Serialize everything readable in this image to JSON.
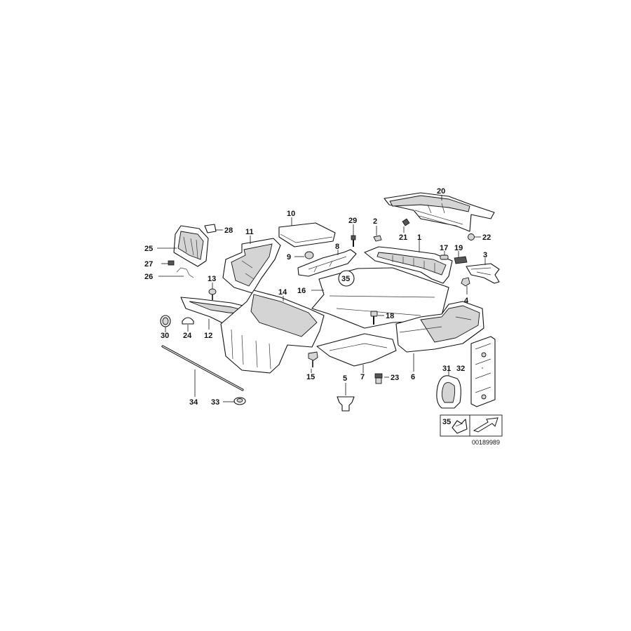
{
  "diagram_code": "00189989",
  "callouts": [
    {
      "id": "p1",
      "label": "1"
    },
    {
      "id": "p2",
      "label": "2"
    },
    {
      "id": "p3",
      "label": "3"
    },
    {
      "id": "p4",
      "label": "4"
    },
    {
      "id": "p5",
      "label": "5"
    },
    {
      "id": "p6",
      "label": "6"
    },
    {
      "id": "p7",
      "label": "7"
    },
    {
      "id": "p8",
      "label": "8"
    },
    {
      "id": "p9",
      "label": "9"
    },
    {
      "id": "p10",
      "label": "10"
    },
    {
      "id": "p11",
      "label": "11"
    },
    {
      "id": "p12",
      "label": "12"
    },
    {
      "id": "p13",
      "label": "13"
    },
    {
      "id": "p14",
      "label": "14"
    },
    {
      "id": "p15",
      "label": "15"
    },
    {
      "id": "p16",
      "label": "16"
    },
    {
      "id": "p17",
      "label": "17"
    },
    {
      "id": "p18",
      "label": "18"
    },
    {
      "id": "p19",
      "label": "19"
    },
    {
      "id": "p20",
      "label": "20"
    },
    {
      "id": "p21",
      "label": "21"
    },
    {
      "id": "p22",
      "label": "22"
    },
    {
      "id": "p23",
      "label": "23"
    },
    {
      "id": "p24",
      "label": "24"
    },
    {
      "id": "p25",
      "label": "25"
    },
    {
      "id": "p26",
      "label": "26"
    },
    {
      "id": "p27",
      "label": "27"
    },
    {
      "id": "p28",
      "label": "28"
    },
    {
      "id": "p29",
      "label": "29"
    },
    {
      "id": "p30",
      "label": "30"
    },
    {
      "id": "p31",
      "label": "31"
    },
    {
      "id": "p32",
      "label": "32"
    },
    {
      "id": "p33",
      "label": "33"
    },
    {
      "id": "p34",
      "label": "34"
    },
    {
      "id": "p35",
      "label": "35"
    },
    {
      "id": "p35b",
      "label": "35"
    }
  ]
}
